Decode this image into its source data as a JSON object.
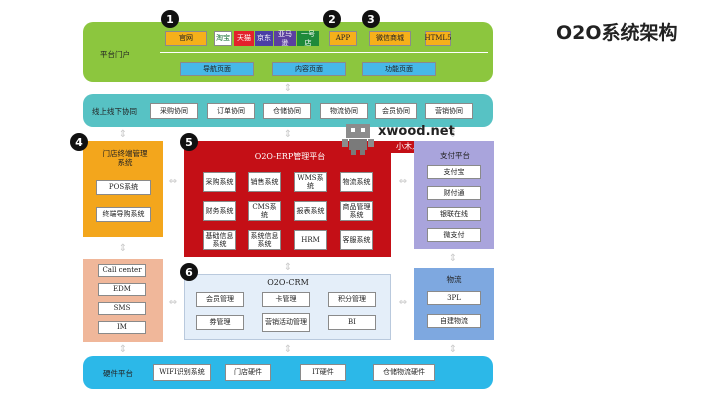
{
  "title": "O2O系统架构",
  "portal": {
    "label": "平台门户",
    "top_items": [
      "官网",
      "淘宝",
      "天猫",
      "京东",
      "亚马逊",
      "一号店",
      "APP",
      "微信商城",
      "HTML5"
    ],
    "bottom_items": [
      "导航页面",
      "内容页面",
      "功能页面"
    ]
  },
  "coop": {
    "label": "线上线下协同",
    "items": [
      "采购协同",
      "订单协同",
      "仓储协同",
      "物流协同",
      "会员协同",
      "营销协同"
    ]
  },
  "store": {
    "title": "门店终端管理系统",
    "items": [
      "POS系统",
      "终端导购系统"
    ]
  },
  "erp": {
    "title": "O2O-ERP管理平台",
    "items": [
      "采购系统",
      "销售系统",
      "WMS系统",
      "物流系统",
      "财务系统",
      "CMS系统",
      "报表系统",
      "商品管理系统",
      "基础信息系统",
      "系统信息系统",
      "HRM",
      "客服系统"
    ]
  },
  "payment": {
    "title": "支付平台",
    "items": [
      "支付宝",
      "财付通",
      "银联在线",
      "微支付"
    ]
  },
  "left_services": [
    "Call center",
    "EDM",
    "SMS",
    "IM"
  ],
  "crm": {
    "title": "O2O-CRM",
    "items": [
      "会员管理",
      "卡管理",
      "积分管理",
      "券管理",
      "营销活动管理",
      "BI"
    ]
  },
  "logistics": {
    "title": "物流",
    "items": [
      "3PL",
      "自建物流"
    ]
  },
  "hardware": {
    "label": "硬件平台",
    "items": [
      "WIFI识别系统",
      "门店硬件",
      "IT硬件",
      "仓储物流硬件"
    ]
  },
  "badges": [
    "1",
    "2",
    "3",
    "4",
    "5",
    "6"
  ],
  "watermark": {
    "site": "xwood.net",
    "name": "小木人印象"
  },
  "colors": {
    "portal_green": "#8cc63e",
    "coop_teal": "#57c2c4",
    "store_orange": "#f3a61c",
    "erp_red": "#c40f16",
    "payment_purple": "#a9a4dc",
    "left_peach": "#f0b79a",
    "crm_lightblue": "#e4eef9",
    "logistics_blue": "#7ea8e0",
    "hardware_cyan": "#2cb8e8"
  }
}
